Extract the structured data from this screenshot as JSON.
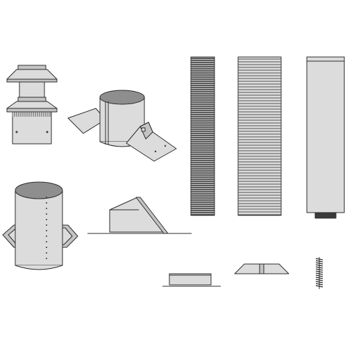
{
  "parts": [
    {
      "id": "termination-cap",
      "icon": "vent-cap-icon"
    },
    {
      "id": "collar-adapter-with-brackets",
      "icon": "collar-adapter-icon"
    },
    {
      "id": "flexible-liner-dark",
      "icon": "flex-liner-icon"
    },
    {
      "id": "flexible-liner-light",
      "icon": "flex-liner-icon"
    },
    {
      "id": "rigid-pipe-section",
      "icon": "rigid-pipe-icon"
    },
    {
      "id": "pipe-with-trim-plate",
      "icon": "pipe-trim-plate-icon"
    },
    {
      "id": "roof-flashing",
      "icon": "roof-flashing-icon"
    },
    {
      "id": "rectangular-adapter-plate",
      "icon": "adapter-plate-icon"
    },
    {
      "id": "storm-collar",
      "icon": "storm-collar-icon"
    },
    {
      "id": "spring-clip",
      "icon": "spring-icon"
    }
  ],
  "colors": {
    "outline": "#2b2b2b",
    "metal_light": "#dcdcdc",
    "metal_mid": "#c4c4c4",
    "metal_dark": "#8e8e8e",
    "corrugation_dark": "#3a3a3a"
  }
}
